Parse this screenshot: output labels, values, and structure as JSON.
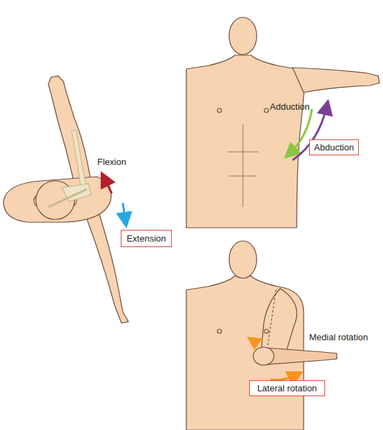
{
  "diagram": {
    "nodes": [
      {
        "text": [
          "Abduction"
        ]
      },
      {
        "text": [
          "Extension"
        ]
      },
      {
        "text": [
          "Lateral rotation"
        ]
      }
    ],
    "labels": [
      "Adduction",
      "Flexion",
      "Medial rotation"
    ]
  }
}
